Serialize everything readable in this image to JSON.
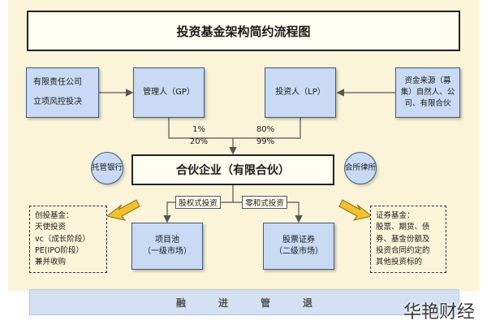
{
  "title": "投资基金架构简约流程图",
  "company": {
    "line1": "有限责任公司",
    "line2": "立项风控投决"
  },
  "gp": {
    "label": "管理人（GP）",
    "pct1": "1%",
    "pct2": "20%"
  },
  "lp": {
    "label": "投资人（LP）",
    "pct1": "80%",
    "pct2": "99%"
  },
  "source": {
    "label": "资金来源（募集）自然人、公司、有限合伙"
  },
  "partnership": {
    "label": "合伙企业（有限合伙）"
  },
  "trustee": {
    "label": "托管银行"
  },
  "law_firm": {
    "label": "会所律所"
  },
  "equity_tab": "股权式投资",
  "fixed_tab": "零和式投资",
  "project_pool": {
    "line1": "项目池",
    "line2": "（一级市场）"
  },
  "securities": {
    "line1": "股票证券",
    "line2": "（二级市场）"
  },
  "venture": {
    "lines": [
      "创投基金：",
      "天使投资",
      "vc（成长阶段）",
      "PE(IPO阶段）",
      "兼并收购"
    ]
  },
  "securities_fund": {
    "lines": [
      "证券基金：",
      "股票、期货、债",
      "券、基金份额及",
      "投资合同约定的",
      "其他投资标的"
    ]
  },
  "bottom": {
    "label": "融进管退"
  },
  "watermark": "华艳财经",
  "colors": {
    "box_fill": "#c9daf4",
    "arrow_yellow": "#f2c12e",
    "background": "#fbf4d9"
  }
}
